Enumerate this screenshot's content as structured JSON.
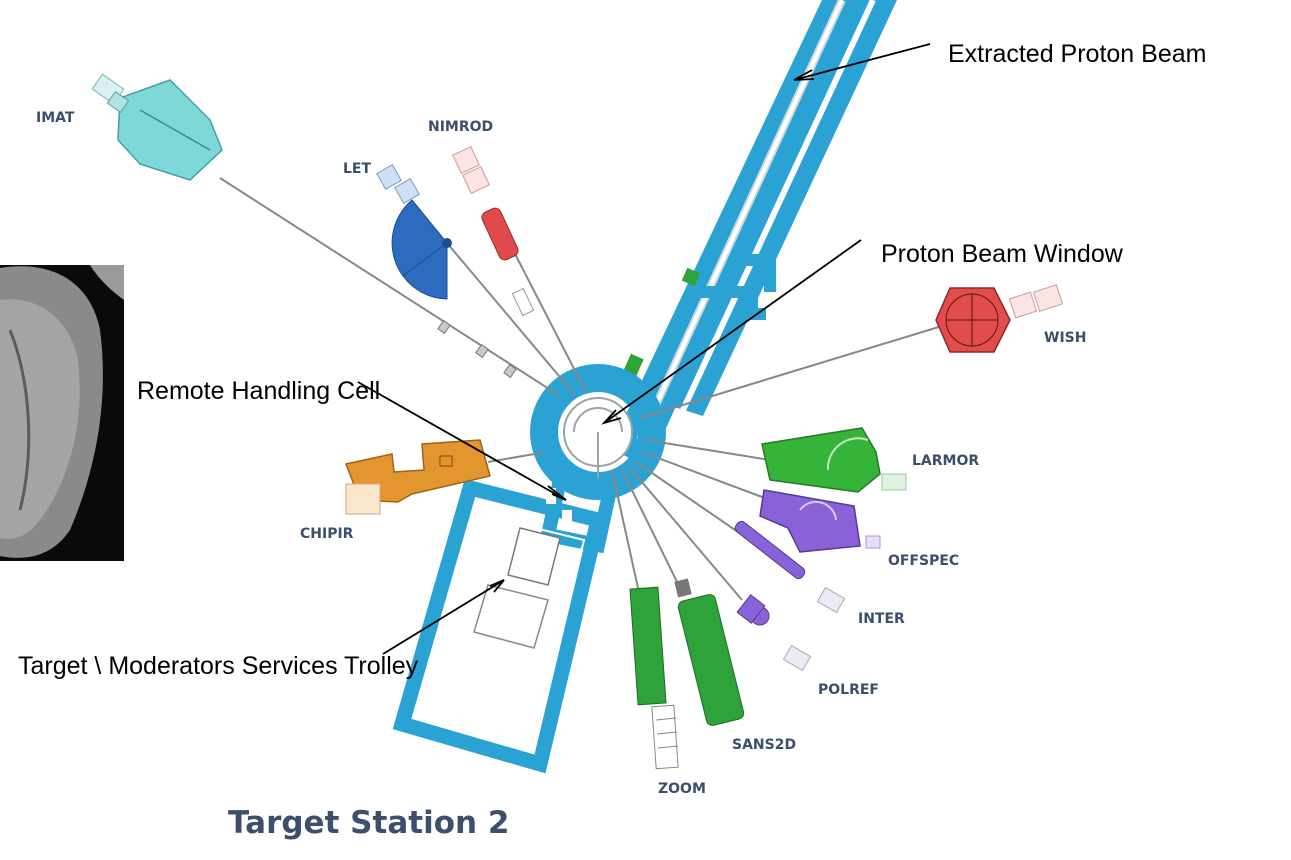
{
  "diagram": {
    "title": "Target Station 2",
    "callouts": {
      "extracted_beam": "Extracted Proton Beam",
      "beam_window": "Proton Beam Window",
      "remote_handling": "Remote Handling Cell",
      "trolley": "Target \\ Moderators Services Trolley"
    },
    "instruments": {
      "imat": "IMAT",
      "let": "LET",
      "nimrod": "NIMROD",
      "wish": "WISH",
      "larmor": "LARMOR",
      "offspec": "OFFSPEC",
      "inter": "INTER",
      "polref": "POLREF",
      "sans2d": "SANS2D",
      "zoom": "ZOOM",
      "chipir": "CHIPIR"
    }
  },
  "colors": {
    "shielding": "#2aa2d4",
    "imat": "#7fd8d8",
    "let": "#2d6bc0",
    "nimrod": "#e04a4a",
    "wish": "#e24c4c",
    "larmor": "#36b43a",
    "offspec": "#8a62d8",
    "zoom_sans2d": "#2fa23a",
    "chipir": "#e3952e"
  }
}
